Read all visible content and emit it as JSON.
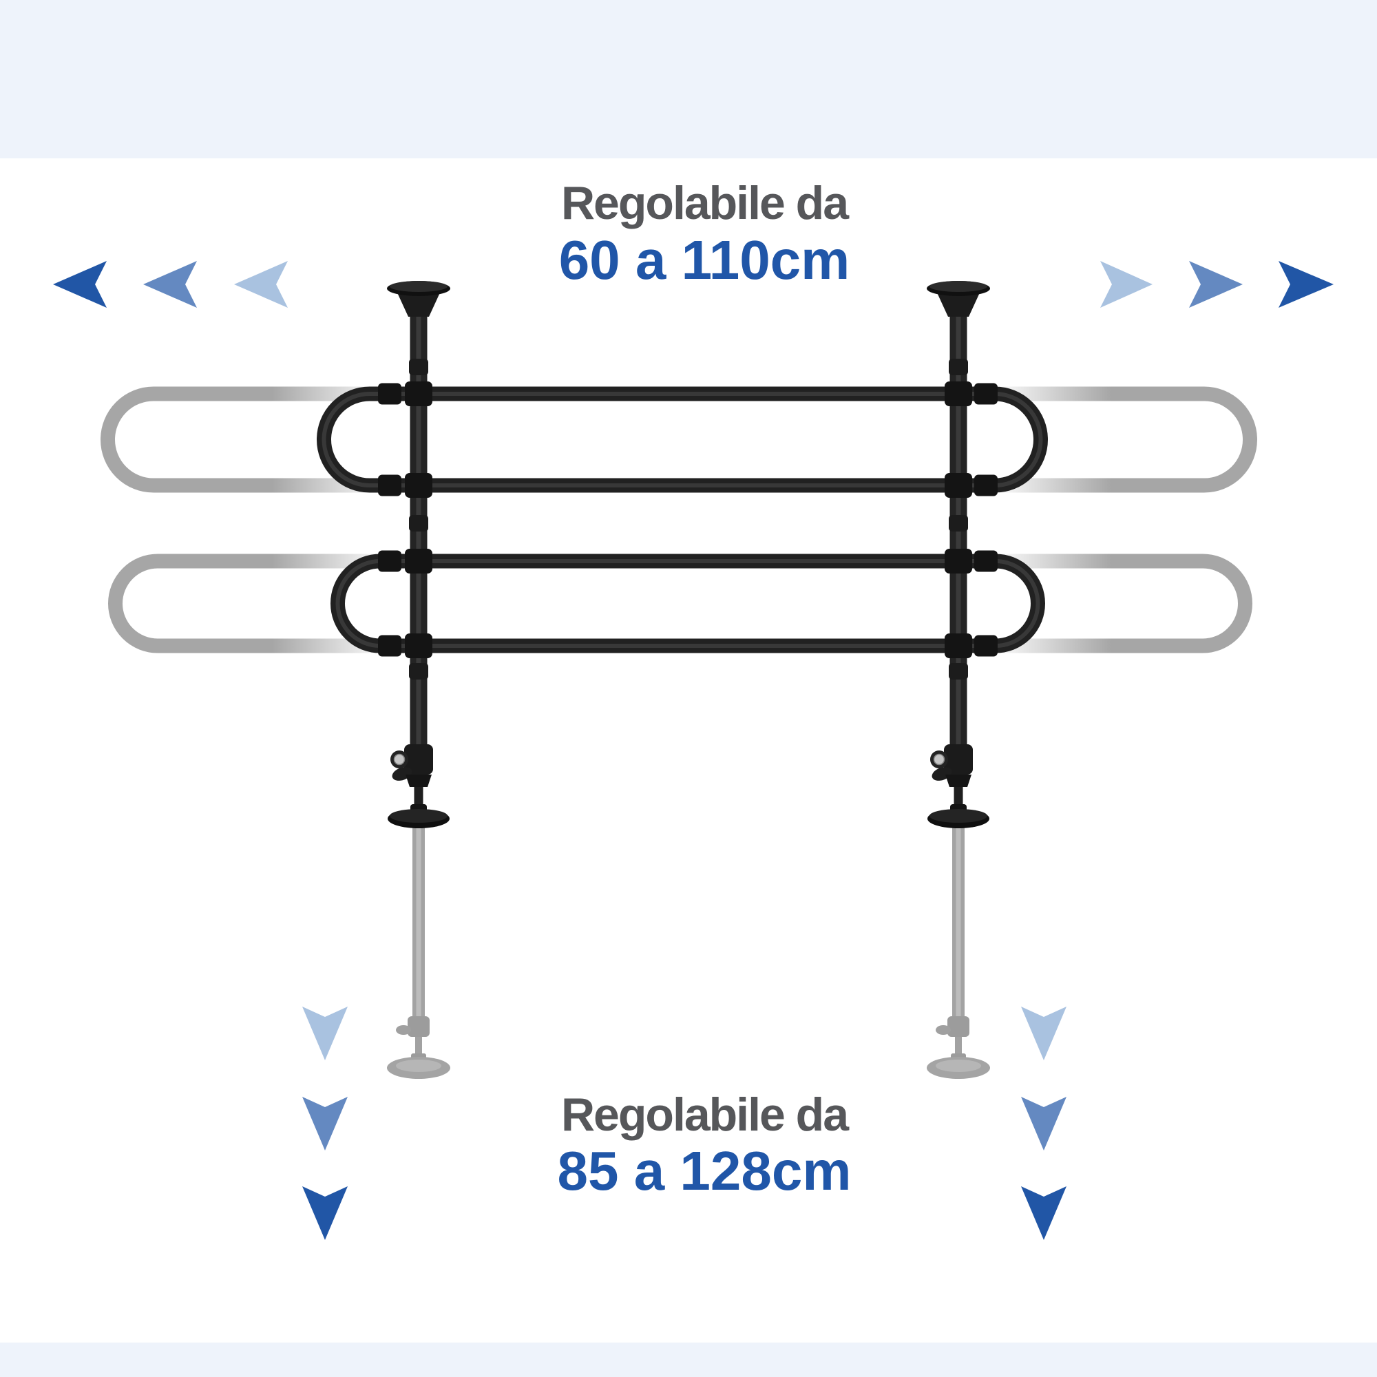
{
  "page": {
    "background": "#ffffff",
    "band_color": "#eef3fb"
  },
  "captions": {
    "top": {
      "label": "Regolabile da",
      "range": "60 a 110cm"
    },
    "bottom": {
      "label": "Regolabile da",
      "range": "85 a 128cm"
    }
  },
  "colors": {
    "text_gray": "#56575a",
    "text_blue": "#2056a8",
    "arrow_dark": "#2156a6",
    "arrow_mid": "#6489c1",
    "arrow_light": "#a9c2e0",
    "tube_black": "#212121",
    "tube_gray": "#a6a6a6"
  },
  "icons": {
    "extend_left": [
      "arrow-left-dark-icon",
      "arrow-left-mid-icon",
      "arrow-left-light-icon"
    ],
    "extend_right": [
      "arrow-right-light-icon",
      "arrow-right-mid-icon",
      "arrow-right-dark-icon"
    ],
    "extend_down_left": [
      "arrow-down-light-icon",
      "arrow-down-mid-icon",
      "arrow-down-dark-icon"
    ],
    "extend_down_right": [
      "arrow-down-light-icon",
      "arrow-down-mid-icon",
      "arrow-down-dark-icon"
    ]
  }
}
